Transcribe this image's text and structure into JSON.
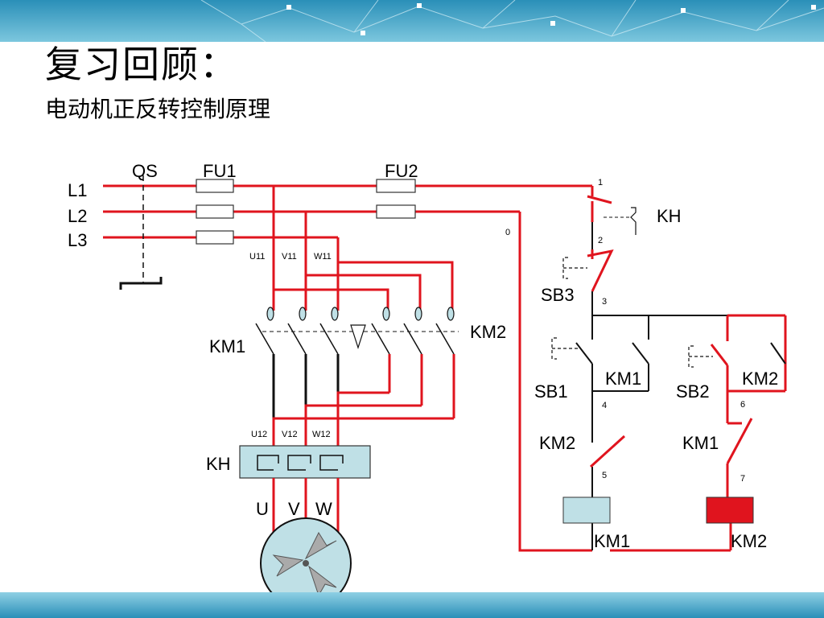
{
  "title": "复习回顾：",
  "subtitle": "电动机正反转控制原理",
  "colors": {
    "wire": "#e0141e",
    "black": "#111111",
    "relay_blue": "#bfe0e6",
    "relay_red": "#e0141e",
    "band": "#3f9fc4"
  },
  "icons": {
    "motor": "motor-icon"
  },
  "diagram": {
    "lines": [
      "L1",
      "L2",
      "L3"
    ],
    "qs": "QS",
    "fu1": "FU1",
    "fu2": "FU2",
    "u11": "U11",
    "v11": "V11",
    "w11": "W11",
    "km1_main": "KM1",
    "km2_main": "KM2",
    "u12": "U12",
    "v12": "V12",
    "w12": "W12",
    "kh_main": "KH",
    "u": "U",
    "v": "V",
    "w": "W",
    "node0": "0",
    "node1": "1",
    "node2": "2",
    "node3": "3",
    "node4": "4",
    "node5": "5",
    "node6": "6",
    "node7": "7",
    "kh_ctrl": "KH",
    "sb3": "SB3",
    "sb1": "SB1",
    "km1_hold": "KM1",
    "sb2": "SB2",
    "km2_hold": "KM2",
    "km2_interlock": "KM2",
    "km1_interlock": "KM1",
    "km1_coil": "KM1",
    "km2_coil": "KM2"
  }
}
